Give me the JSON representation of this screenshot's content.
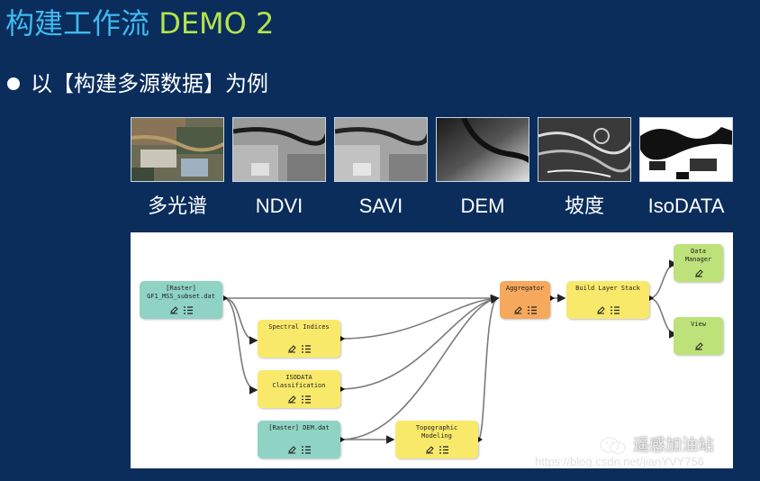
{
  "slide": {
    "title_zh": "构建工作流",
    "title_en": "DEMO 2",
    "bullet": "以【构建多源数据】为例"
  },
  "thumbnails": [
    {
      "label": "多光谱",
      "icon": "multispectral-image"
    },
    {
      "label": "NDVI",
      "icon": "ndvi-image"
    },
    {
      "label": "SAVI",
      "icon": "savi-image"
    },
    {
      "label": "DEM",
      "icon": "dem-image"
    },
    {
      "label": "坡度",
      "icon": "slope-image"
    },
    {
      "label": "IsoDATA",
      "icon": "isodata-image"
    }
  ],
  "workflow": {
    "nodes": {
      "raster_input": "[Raster]\nGF1_MSS_subset.dat",
      "spectral": "Spectral Indices",
      "isodata": "ISODATA\nClassification",
      "dem": "[Raster] DEM.dat",
      "topo": "Topographic\nModeling",
      "aggregator": "Aggregator",
      "build_stack": "Build Layer Stack",
      "data_manager": "Data\nManager",
      "view": "View"
    },
    "colors": {
      "input": "#8fd3c4",
      "task": "#f9e96b",
      "aggregator": "#f6a85c",
      "output": "#bde27a"
    }
  },
  "watermark": {
    "text": "遥感加油站",
    "url": "https://blog.csdn.net/jianYVY756"
  }
}
